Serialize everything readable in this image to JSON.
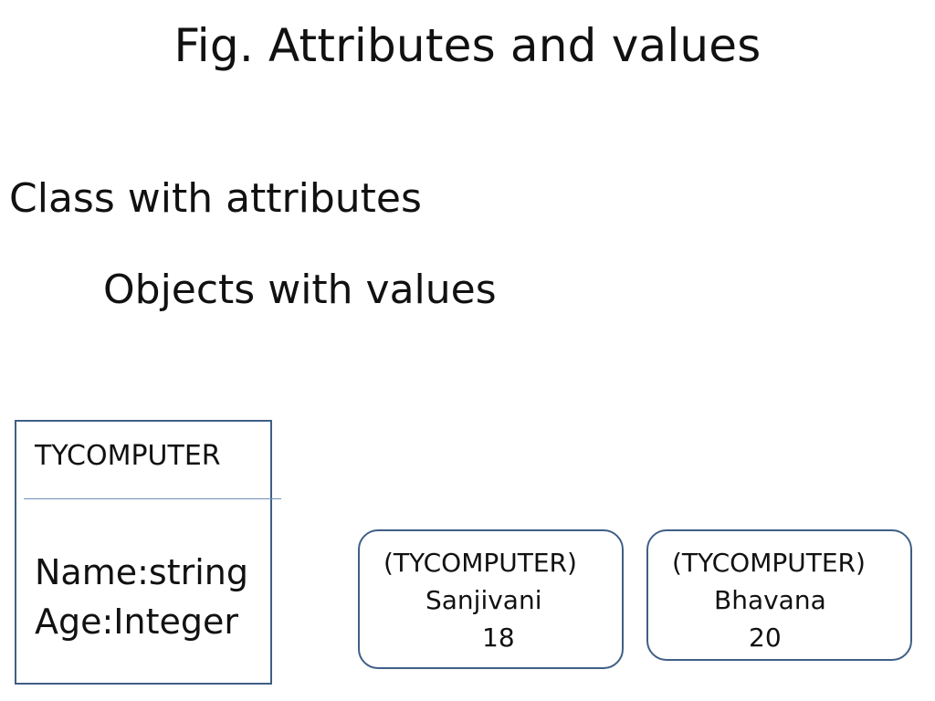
{
  "title": "Fig. Attributes and values",
  "subheadings": {
    "class_with_attributes": "Class with attributes",
    "objects_with_values": "Objects with values"
  },
  "class_box": {
    "name": "TYCOMPUTER",
    "attributes": [
      "Name:string",
      "Age:Integer"
    ]
  },
  "objects": [
    {
      "class_ref": "(TYCOMPUTER)",
      "name": "Sanjivani",
      "age": "18"
    },
    {
      "class_ref": "(TYCOMPUTER)",
      "name": "Bhavana",
      "age": "20"
    }
  ],
  "colors": {
    "border": "#3f5f86",
    "separator": "#6f8fb6",
    "text": "#111111",
    "background": "#ffffff"
  }
}
